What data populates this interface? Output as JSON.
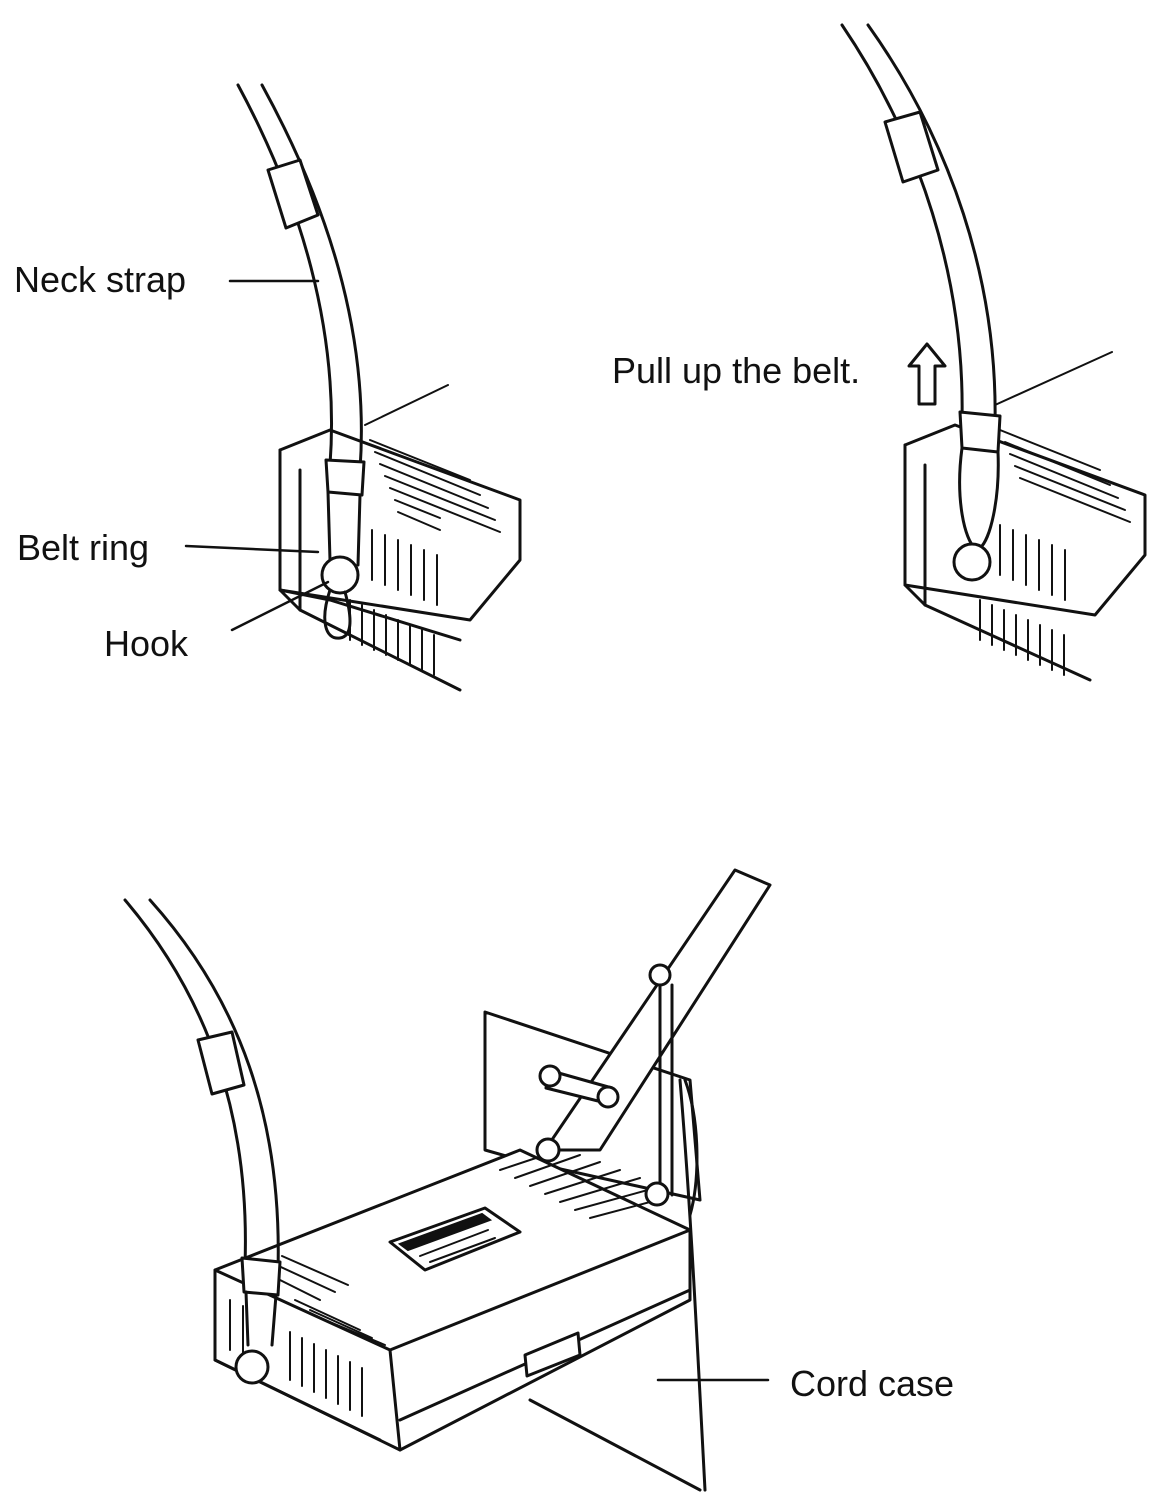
{
  "figure": {
    "panels": [
      {
        "id": "attach-strap",
        "callouts": [
          {
            "key": "neck_strap",
            "text": "Neck strap"
          },
          {
            "key": "belt_ring",
            "text": "Belt ring"
          },
          {
            "key": "hook",
            "text": "Hook"
          }
        ]
      },
      {
        "id": "tighten-strap",
        "callouts": [
          {
            "key": "pull_up",
            "text": "Pull up the belt."
          }
        ],
        "arrow_icon": "up-arrow-icon"
      },
      {
        "id": "carrying",
        "callouts": [
          {
            "key": "cord_case",
            "text": "Cord case"
          }
        ]
      }
    ]
  },
  "labels": {
    "neck_strap": "Neck strap",
    "belt_ring": "Belt ring",
    "hook": "Hook",
    "pull_up": "Pull up the belt.",
    "cord_case": "Cord case"
  },
  "colors": {
    "ink": "#111111",
    "paper": "#ffffff"
  }
}
